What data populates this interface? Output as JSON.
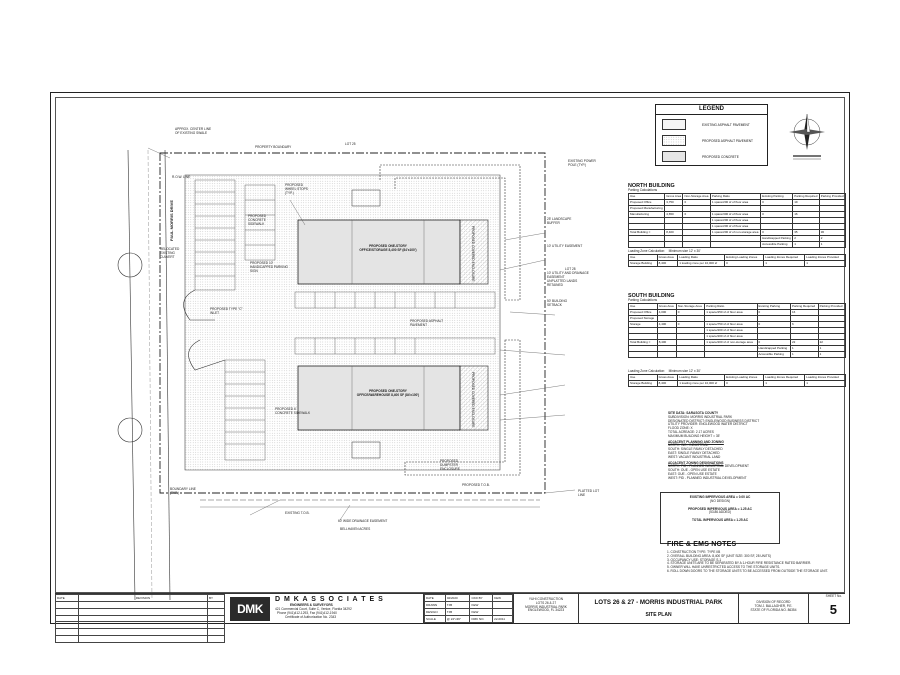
{
  "plan": {
    "lot_label": "LOT 25",
    "lot_label_2": "LOT 28",
    "road": "PAUL MORRIS DRIVE",
    "north_building": "PROPOSED ONE-STORY OFFICE/STORAGE 8,400 SF (84'x100')",
    "south_building": "PROPOSED ONE-STORY OFFICE/WAREHOUSE 8,400 SF (84'x100')",
    "enclosure_north": "PROPOSED COVERED ENCLOSURE",
    "enclosure_south": "PROPOSED COVERED ENCLOSURE",
    "labels": [
      "PROPERTY BOUNDARY",
      "25' LANDSCAPE BUFFER",
      "PROPOSED ASPHALT PAVEMENT",
      "PROPOSED CONCRETE SIDEWALK",
      "EXISTING POWER POLE (TYP.)",
      "10' UTILITY EASEMENT",
      "PROPOSED T.O.B.",
      "10' UTILITY AND DRAINAGE EASEMENT",
      "PROPOSED DUMPSTER ENCLOSURE",
      "EXISTING T.O.B.",
      "60' WIDE DRAINAGE EASEMENT",
      "BOUNDARY LINE (TYP.)",
      "APPROX. CENTER LINE OF EXISTING SWALE",
      "PLATTED LOT LINE",
      "PROPOSED WHEEL STOPS (TYP.)",
      "PROPOSED 10' HANDICAPPED PARKING SIGN",
      "PROPOSED 6' CONCRETE SIDEWALK",
      "50' BUILDING SETBACK",
      "R.O.W. LINE",
      "RELOCATED EXISTING CULVERT",
      "PROPOSED TYPE \"C\" INLET",
      "UNPLATTED LANDS RETAINED"
    ],
    "bottom_label": "BELLHAVEN ACRES"
  },
  "legend": {
    "title": "LEGEND",
    "rows": [
      "EXISTING ASPHALT PAVEMENT",
      "PROPOSED ASPHALT PAVEMENT",
      "PROPOSED CONCRETE"
    ]
  },
  "north": {
    "title": "NORTH BUILDING",
    "sub": "Parking Calculations",
    "headers": [
      "Use",
      "Gross Area",
      "Non-Storage Area",
      "Parking Ratio",
      "Existing Parking",
      "Parking Required",
      "Parking Provided"
    ],
    "rows": [
      [
        "Proposed Office",
        "3,750",
        "0",
        "1 space/200 sf of floor area",
        "0",
        "19",
        ""
      ],
      [
        "Proposed Manufacturing",
        "",
        "",
        "",
        "",
        "",
        ""
      ],
      [
        "Manufacturing",
        "4,650",
        "0",
        "1 space/300 sf of floor area",
        "0",
        "16",
        ""
      ],
      [
        "",
        "",
        "",
        "1 space/200 sf of floor area",
        "",
        "",
        ""
      ],
      [
        "",
        "",
        "",
        "1 space/200 sf of floor area",
        "",
        "",
        ""
      ],
      [
        "Total Building =",
        "8,400",
        "",
        "1 space/200 sf of non-storage area",
        "0",
        "35",
        "36"
      ],
      [
        "",
        "",
        "",
        "",
        "Handicapped Parking",
        "2",
        "2"
      ],
      [
        "",
        "",
        "",
        "",
        "Accessible Parking",
        "1",
        "1"
      ]
    ],
    "loading_title": "Loading Zone Calculation:",
    "loading_min": "Minimum size 12' x 30'",
    "loading_headers": [
      "Use",
      "Gross Area",
      "Loading Ratio",
      "Existing Loading Zones",
      "Loading Zones Required",
      "Loading Zones Provided"
    ],
    "loading_row": [
      "Storage Building",
      "8,400",
      "1 loading zone per 10,000 sf",
      "0",
      "1",
      "1"
    ]
  },
  "south": {
    "title": "SOUTH BUILDING",
    "sub": "Parking Calculations",
    "headers": [
      "Use",
      "Gross Area",
      "Non-Storage Area",
      "Parking Ratio",
      "Existing Parking",
      "Parking Required",
      "Parking Provided"
    ],
    "rows": [
      [
        "Proposed Office",
        "4,000",
        "0",
        "1 space/250 sf of floor area",
        "0",
        "16",
        ""
      ],
      [
        "Proposed Storage",
        "",
        "",
        "",
        "",
        "",
        ""
      ],
      [
        "Storage",
        "4,400",
        "0",
        "1 space/750 sf of floor area",
        "0",
        "6",
        ""
      ],
      [
        "",
        "",
        "",
        "1 space/200 sf of floor area",
        "",
        "",
        ""
      ],
      [
        "",
        "",
        "",
        "1 space/200 sf of floor area",
        "",
        "",
        ""
      ],
      [
        "Total Building =",
        "8,400",
        "",
        "1 space/200 sf of non-storage area",
        "0",
        "22",
        "22"
      ],
      [
        "",
        "",
        "",
        "",
        "Handicapped Parking",
        "1",
        "1"
      ],
      [
        "",
        "",
        "",
        "",
        "Accessible Parking",
        "1",
        "1"
      ]
    ],
    "loading_title": "Loading Zone Calculation:",
    "loading_min": "Minimum size 12' x 30'",
    "loading_headers": [
      "Use",
      "Gross Area",
      "Loading Ratio",
      "Existing Loading Zones",
      "Loading Zones Required",
      "Loading Zones Provided"
    ],
    "loading_row": [
      "Storage Building",
      "8,400",
      "1 loading zone per 10,000 sf",
      "0",
      "1",
      "1"
    ]
  },
  "zoning": {
    "lines": [
      "SITE DATA: SARASOTA COUNTY",
      "SUBDIVISION: MORRIS INDUSTRIAL PARK",
      "DESIGNATED DISTRICT: ENGLEWOOD BUSINESS DISTRICT",
      "UTILITY PROVIDER: ENGLEWOOD WATER DISTRICT",
      "FLOOD ZONE: X",
      "TOTAL ACREAGE: 2.17 ACRES",
      "MAXIMUM BUILDING HEIGHT = 35'",
      "",
      "ADJACENT PLANNING AND ZONING",
      "NORTH: IND - INDUSTRIAL",
      "SOUTH: SINGLE FAMILY DETACHED",
      "EAST: SINGLE FAMILY DETACHED",
      "WEST: VACANT INDUSTRIAL LAND",
      "",
      "ADJACENT ZONING DESIGNATIONS",
      "NORTH: PID - PLANNED INDUSTRIAL DEVELOPMENT",
      "SOUTH: OUE - OPEN USE ESTATE",
      "EAST: OUE - OPEN USE ESTATE",
      "WEST: PID - PLANNED INDUSTRIAL DEVELOPMENT"
    ]
  },
  "impervious": {
    "lines": [
      "EXISTING IMPERVIOUS AREA = 0.00 AC",
      "(NO DESIGN)",
      "",
      "PROPOSED IMPERVIOUS AREA = 1.25 AC",
      "(53.86 ADDED)",
      "",
      "TOTAL IMPERVIOUS AREA = 1.25 AC"
    ]
  },
  "fire": {
    "title": "FIRE & EMS NOTES",
    "notes": [
      "1. CONSTRUCTION TYPE: TYPE IIB",
      "2. OVERALL BUILDING AREA: 8,400 SF (UNIT SIZE: 300 SF, 28 UNITS)",
      "3. OCCUPANCY USE: STORAGE S-1",
      "4. STORAGE UNITS ARE TO BE SEPARATED BY A 1-HOUR FIRE RESISTANCE RATED BARRIER.",
      "5. OWNER WILL HAVE UNRESTRICTED ACCESS TO THE STORAGE UNITS.",
      "6. ROLL DOWN DOORS TO THE STORAGE UNITS TO BE ACCESSED FROM OUTSIDE THE STORAGE UNIT."
    ]
  },
  "titleblock": {
    "rev_header": [
      "DATE",
      "REVISION",
      "BY"
    ],
    "logo": "DMK",
    "firm_name": "D M K  A S S O C I A T E S",
    "firm_sub": "ENGINEERS & SURVEYORS",
    "address": "421 Commercial Court, Suite C, Venice, Florida 34292",
    "phone": "Phone (941)412-1293, Fax (941)412-1940",
    "cert": "Certificate of Authorization No. 2343",
    "meta": [
      [
        "DATE",
        "02/2020"
      ],
      [
        "DRAWN",
        "TJB"
      ],
      [
        "DESIGN",
        "TJB"
      ],
      [
        "SCALE",
        "@ 24\"x36\""
      ]
    ],
    "meta2": [
      [
        "CKD BY",
        "KEW"
      ],
      [
        "KEW",
        ""
      ],
      [
        "KEW",
        ""
      ],
      [
        "DMK NO.",
        "22-0011"
      ]
    ],
    "client": [
      "YUHI CONSTRUCTION",
      "LOTS 26 & 27",
      "MORRIS INDUSTRIAL PARK",
      "ENGLEWOOD, FL 34223"
    ],
    "project": "LOTS 26 & 27 - MORRIS INDUSTRIAL PARK",
    "sheet_title": "SITE PLAN",
    "engineer": [
      "DIVISION OF RECORD",
      "TOM J. BALLAGHER, P.E.",
      "STATE OF FLORIDA NO. 86354"
    ],
    "sheet_label": "SHEET No.",
    "sheet_no": "5"
  },
  "colors": {
    "ink": "#1a1a1a",
    "line": "#444444",
    "hatch": "#dcdcdc",
    "building": "#e4e4e4"
  }
}
